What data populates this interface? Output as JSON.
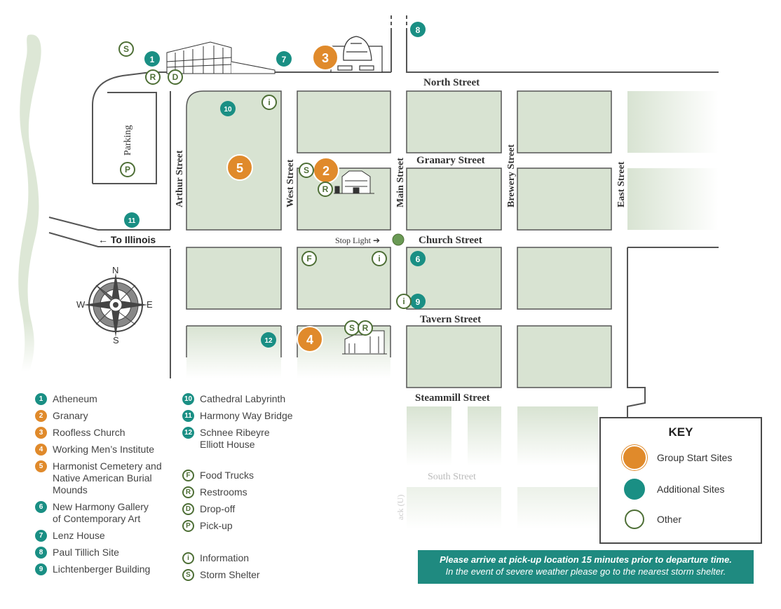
{
  "colors": {
    "orange": "#e08a2b",
    "teal": "#1a8f84",
    "other_green": "#4e6f36",
    "block_fill": "#d8e3d2",
    "road_line": "#555555",
    "notice_bg": "#1f8a80"
  },
  "streets": {
    "north": "North Street",
    "granary": "Granary Street",
    "church": "Church Street",
    "tavern": "Tavern Street",
    "steammill": "Steammill Street",
    "south": "South Street",
    "arthur": "Arthur Street",
    "west": "West Street",
    "main": "Main Street",
    "brewery": "Brewery Street",
    "east": "East Street",
    "parking": "Parking",
    "to_illinois": "← To Illinois",
    "stop_light": "Stop Light ➔",
    "partial_road": "ack (U)"
  },
  "compass": {
    "n": "N",
    "s": "S",
    "e": "E",
    "w": "W",
    "icon": "compass-rose-icon"
  },
  "map_markers": {
    "m1": "1",
    "m2": "2",
    "m3": "3",
    "m4": "4",
    "m5": "5",
    "m6": "6",
    "m7": "7",
    "m8": "8",
    "m9": "9",
    "m10": "10",
    "m11": "11",
    "m12": "12",
    "s_a": "S",
    "s_b": "S",
    "s_c": "S",
    "r_a": "R",
    "r_b": "R",
    "r_c": "R",
    "d_a": "D",
    "p_a": "P",
    "f_a": "F",
    "i_a": "i",
    "i_b": "i",
    "i_c": "i"
  },
  "legend_left": [
    {
      "mark": "1",
      "type": "teal",
      "label": "Atheneum"
    },
    {
      "mark": "2",
      "type": "orange",
      "label": "Granary"
    },
    {
      "mark": "3",
      "type": "orange",
      "label": "Roofless Church"
    },
    {
      "mark": "4",
      "type": "orange",
      "label": "Working Men’s Institute"
    },
    {
      "mark": "5",
      "type": "orange",
      "label": "Harmonist Cemetery and Native American Burial Mounds"
    },
    {
      "mark": "6",
      "type": "teal",
      "label": "New Harmony Gallery of Contemporary Art"
    },
    {
      "mark": "7",
      "type": "teal",
      "label": "Lenz House"
    },
    {
      "mark": "8",
      "type": "teal",
      "label": "Paul Tillich Site"
    },
    {
      "mark": "9",
      "type": "teal",
      "label": "Lichtenberger Building"
    }
  ],
  "legend_right_sites": [
    {
      "mark": "10",
      "type": "teal",
      "label": "Cathedral Labyrinth"
    },
    {
      "mark": "11",
      "type": "teal",
      "label": "Harmony Way Bridge"
    },
    {
      "mark": "12",
      "type": "teal",
      "label": "Schnee Ribeyre Elliott House"
    }
  ],
  "legend_right_services": [
    {
      "mark": "F",
      "type": "other",
      "label": "Food Trucks"
    },
    {
      "mark": "R",
      "type": "other",
      "label": "Restrooms"
    },
    {
      "mark": "D",
      "type": "other",
      "label": "Drop-off"
    },
    {
      "mark": "P",
      "type": "other",
      "label": "Pick-up"
    }
  ],
  "legend_right_info": [
    {
      "mark": "i",
      "type": "other",
      "label": "Information"
    },
    {
      "mark": "S",
      "type": "other",
      "label": "Storm Shelter"
    }
  ],
  "key": {
    "title": "KEY",
    "group_start": "Group Start Sites",
    "additional": "Additional Sites",
    "other": "Other"
  },
  "notice": {
    "line1": "Please arrive at pick-up location 15 minutes prior to departure time.",
    "line2": "In the event of severe weather please go to the nearest storm shelter."
  }
}
